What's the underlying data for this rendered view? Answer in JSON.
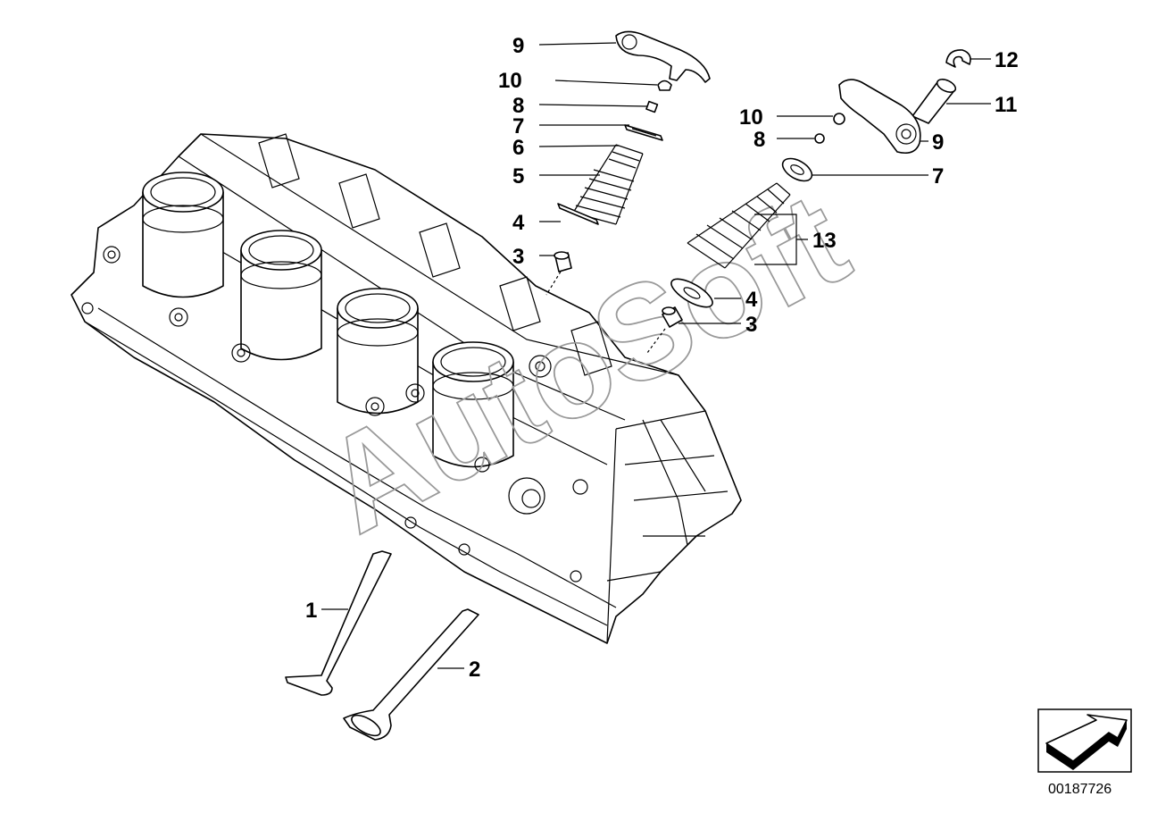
{
  "watermark": "AutoSoft",
  "document_number": "00187726",
  "callouts": [
    {
      "id": "c9a",
      "label": "9"
    },
    {
      "id": "c10a",
      "label": "10"
    },
    {
      "id": "c8a",
      "label": "8"
    },
    {
      "id": "c7a",
      "label": "7"
    },
    {
      "id": "c6a",
      "label": "6"
    },
    {
      "id": "c5a",
      "label": "5"
    },
    {
      "id": "c4a",
      "label": "4"
    },
    {
      "id": "c3a",
      "label": "3"
    },
    {
      "id": "c12",
      "label": "12"
    },
    {
      "id": "c11",
      "label": "11"
    },
    {
      "id": "c10b",
      "label": "10"
    },
    {
      "id": "c8b",
      "label": "8"
    },
    {
      "id": "c9b",
      "label": "9"
    },
    {
      "id": "c7b",
      "label": "7"
    },
    {
      "id": "c13",
      "label": "13"
    },
    {
      "id": "c4b",
      "label": "4"
    },
    {
      "id": "c3b",
      "label": "3"
    },
    {
      "id": "c1",
      "label": "1"
    },
    {
      "id": "c2",
      "label": "2"
    }
  ]
}
